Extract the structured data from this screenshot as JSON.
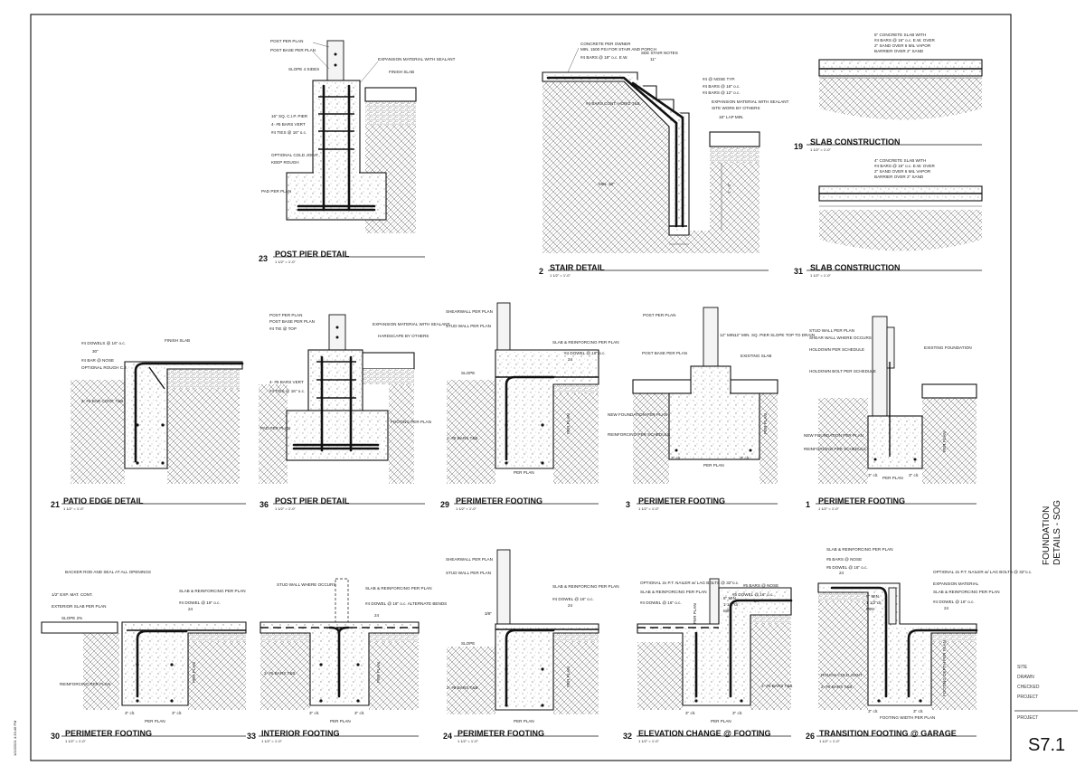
{
  "sheet": {
    "title_block_vertical": [
      "FOUNDATION",
      "DETAILS - SOG"
    ],
    "fields": [
      "SITE",
      "DRAWN",
      "CHECKED",
      "PROJECT"
    ],
    "project_label": "PROJECT",
    "sheet_number": "S7.1"
  },
  "details": {
    "d23": {
      "num": "23",
      "title": "POST PIER DETAIL",
      "scale": "1 1/2\" = 1'-0\"",
      "notes": [
        "POST PER PLAN",
        "POST BASE PER PLAN",
        "SLOPE 4 SIDES",
        "EXPANSION MATERIAL WITH SEALANT",
        "FINISH SLAB",
        "16\" SQ. C.I.P. PIER",
        "4- #5 BARS VERT",
        "#4 TIES @ 16\" o.c.",
        "OPTIONAL COLD JOINT",
        "KEEP ROUGH",
        "PAD PER PLAN"
      ]
    },
    "d2": {
      "num": "2",
      "title": "STAIR DETAIL",
      "scale": "1 1/2\" = 1'-0\"",
      "notes": [
        "CONCRETE PER OWNER",
        "MIN. 1500 PSI FOR STAIR AND PORCH",
        "#4 BARS @ 18\" o.c. E.W.",
        "SEE STAIR NOTES",
        "11\"",
        "#4 @ NOSE TYP.",
        "#4 BARS @ 16\" o.c.",
        "#4 BARS @ 12\" o.c.",
        "EXPANSION MATERIAL WITH SEALANT",
        "SITE WORK BY OTHERS",
        "18\" LAP MIN.",
        "#4 BARS CONT. HORIZ T&B",
        "MIN. 32\"",
        "1' - 0\""
      ]
    },
    "d19": {
      "num": "19",
      "title": "SLAB CONSTRUCTION",
      "scale": "1 1/2\" = 1'-0\"",
      "notes": [
        "5\" CONCRETE SLAB WITH",
        "#4 BARS @ 16\" o.c. E.W. OVER",
        "2\" SAND OVER 6 MIL VAPOR",
        "BARRIER OVER 2\" SAND"
      ]
    },
    "d31": {
      "num": "31",
      "title": "SLAB CONSTRUCTION",
      "scale": "1 1/2\" = 1'-0\"",
      "notes": [
        "4\" CONCRETE SLAB WITH",
        "#4 BARS @ 16\" o.c. E.W. OVER",
        "2\" SAND OVER 6 MIL VAPOR",
        "BARRIER OVER 2\" SAND"
      ]
    },
    "d21": {
      "num": "21",
      "title": "PATIO EDGE DETAIL",
      "scale": "1 1/2\" = 1'-0\"",
      "notes": [
        "#4 DOWELS @ 16\" o.c.",
        "30\"",
        "FINISH SLAB",
        "#4 BAR @ NOSE",
        "OPTIONAL ROUGH C.J.",
        "2- #4 BAR CONT. T&B"
      ]
    },
    "d36": {
      "num": "36",
      "title": "POST PIER DETAIL",
      "scale": "1 1/2\" = 1'-0\"",
      "notes": [
        "POST PER PLAN",
        "POST BASE PER PLAN",
        "#4 TIE @ TOP",
        "EXPANSION MATERIAL WITH SEALANT",
        "HARDSCAPE BY OTHERS",
        "4- #5 BARS VERT",
        "#4 TIES @ 16\" o.c.",
        "PAD PER PLAN",
        "FOOTING PER PLAN"
      ]
    },
    "d29": {
      "num": "29",
      "title": "PERIMETER FOOTING",
      "scale": "1 1/2\" = 1'-0\"",
      "notes": [
        "SHEARWALL PER PLAN",
        "STUD WALL PER PLAN",
        "SLAB & REINFORCING PER PLAN",
        "#4 DOWEL @ 16\" o.c.",
        "24",
        "SLOPE",
        "2- #5 BARS T&B",
        "PER PLAN",
        "PER PLAN"
      ]
    },
    "d3": {
      "num": "3",
      "title": "PERIMETER FOOTING",
      "scale": "1 1/2\" = 1'-0\"",
      "notes": [
        "POST PER PLAN",
        "12\" MIN.",
        "12\" MIN. SQ. PIER SLOPE TOP TO DRAIN",
        "POST BASE PER PLAN",
        "EXISTING SLAB",
        "NEW FOUNDATION PER PLAN",
        "REINFORCING PER SCHEDULE",
        "PER PLAN",
        "PER PLAN",
        "3\" clr.",
        "3\" clr."
      ]
    },
    "d1": {
      "num": "1",
      "title": "PERIMETER FOOTING",
      "scale": "1 1/2\" = 1'-0\"",
      "notes": [
        "STUD WALL PER PLAN",
        "SHEAR WALL WHERE OCCURS",
        "HOLDOWN PER SCHEDULE",
        "HOLDOWN BOLT PER SCHEDULE",
        "EXISTING FOUNDATION",
        "NEW FOUNDATION PER PLAN",
        "REINFORCING PER SCHEDULE",
        "PER PLAN",
        "PER PLAN",
        "3\" clr.",
        "3\" clr."
      ]
    },
    "d30": {
      "num": "30",
      "title": "PERIMETER FOOTING",
      "scale": "1 1/2\" = 1'-0\"",
      "notes": [
        "BACKER ROD AND SEAL AT ALL OPENINGS",
        "1/2\" EXP. MAT. CONT.",
        "EXTERIOR SLAB PER PLAN",
        "SLOPE 2%",
        "SLAB & REINFORCING PER PLAN",
        "#4 DOWEL @ 16\" o.c.",
        "24",
        "REINFORCING PER PLAN",
        "PER PLAN",
        "PER PLAN",
        "3\" clr.",
        "3\" clr."
      ]
    },
    "d33": {
      "num": "33",
      "title": "INTERIOR FOOTING",
      "scale": "1 1/2\" = 1'-0\"",
      "notes": [
        "STUD WALL WHERE OCCURS",
        "SLAB & REINFORCING PER PLAN",
        "#4 DOWEL @ 16\" o.c. ALTERNATE BENDS",
        "24",
        "2- #5 BARS T&B",
        "PER PLAN",
        "PER PLAN",
        "3\" clr.",
        "3\" clr."
      ]
    },
    "d24": {
      "num": "24",
      "title": "PERIMETER FOOTING",
      "scale": "1 1/2\" = 1'-0\"",
      "notes": [
        "SHEARWALL PER PLAN",
        "STUD WALL PER PLAN",
        "SLAB & REINFORCING PER PLAN",
        "#4 DOWEL @ 16\" o.c.",
        "24",
        "3/8\"",
        "SLOPE",
        "2- #5 BARS T&B",
        "PER PLAN",
        "PER PLAN"
      ]
    },
    "d32": {
      "num": "32",
      "title": "ELEVATION CHANGE @ FOOTING",
      "scale": "1 1/2\" = 1'-0\"",
      "notes": [
        "OPTIONAL 2x P.T. NAILER w/ LAG BOLTS @ 32\"o.c.",
        "SLAB & REINFORCING PER PLAN",
        "#4 DOWEL @ 16\" o.c.",
        "#5 BARS @ NOSE",
        "#5 DOWEL @ 16\" o.c.",
        "24",
        "8\" MIN.",
        "1 1/2\"clr.",
        "MIN.",
        "PER PLAN",
        "2- #5 BARS T&B",
        "PER PLAN",
        "3\" clr.",
        "3\" clr."
      ]
    },
    "d26": {
      "num": "26",
      "title": "TRANSITION FOOTING @ GARAGE",
      "scale": "1 1/2\" = 1'-0\"",
      "notes": [
        "SLAB & REINFORCING PER PLAN",
        "#5 BARS @ NOSE",
        "#5 DOWEL @ 16\" o.c.",
        "24",
        "OPTIONAL 2x P.T. NAILER w/ LAG BOLTS @ 32\"o.c.",
        "EXPANSION MATERIAL",
        "SLAB & REINFORCING PER PLAN",
        "#4 DOWEL @ 16\" o.c.",
        "24",
        "8\" MIN.",
        "1 1/2\"clr.",
        "MIN.",
        "ROUGH COLD JOINT",
        "2- #5 BARS T&B",
        "FOOTING DEPTH PER PLAN",
        "FOOTING WIDTH PER PLAN",
        "3\" clr.",
        "3\" clr."
      ]
    }
  },
  "stamp": "1/12/2021 4:33:46 PM"
}
